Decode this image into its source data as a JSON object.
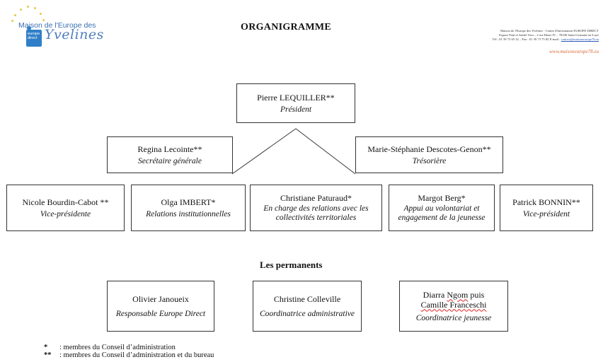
{
  "header": {
    "logo_line": "Maison de l'Europe des",
    "logo_badge_top": "europe",
    "logo_badge_bottom": "direct",
    "logo_word": "Yvelines",
    "title": "ORGANIGRAMME",
    "contact_line1": "Maison de l'Europe des Yvelines - Centre d'Information EUROPE DIRECT",
    "contact_line2": "Espace Paul et André Vera – 2 rue Henri IV – 78100 Saint-Germain-en-Laye",
    "contact_line3": "Tél : 01 39 73 65 32 – Fax : 01 39 73 75 82    E-mail : ",
    "contact_email": "contact@maisoneurope78.eu",
    "website": "www.maisoneurope78.eu"
  },
  "board": {
    "president": {
      "name": "Pierre LEQUILLER**",
      "role": "Président"
    },
    "secretary": {
      "name": "Regina Lecointe**",
      "role": "Secrétaire générale"
    },
    "treasurer": {
      "name": "Marie-Stéphanie Descotes-Genon**",
      "role": "Trésorière"
    },
    "members": [
      {
        "name": "Nicole Bourdin-Cabot **",
        "role": "Vice-présidente"
      },
      {
        "name": "Olga IMBERT*",
        "role": "Relations institutionnelles"
      },
      {
        "name": "Christiane Paturaud*",
        "role": "En charge des relations avec les collectivités territoriales"
      },
      {
        "name": "Margot Berg*",
        "role": "Appui au volontariat et engagement de la jeunesse"
      },
      {
        "name": "Patrick BONNIN**",
        "role": "Vice-président"
      }
    ]
  },
  "permanents": {
    "title": "Les permanents",
    "staff": [
      {
        "name": "Olivier Janoueix",
        "role": "Responsable Europe Direct"
      },
      {
        "name": "Christine Colleville",
        "role": "Coordinatrice administrative"
      },
      {
        "name_part1": "Diarra ",
        "name_part2": "Ngom",
        "name_part3": " puis",
        "name_part4": "Camille Franceschi",
        "role": "Coordinatrice jeunesse"
      }
    ]
  },
  "legend": [
    {
      "symbol": "*",
      "text": ": membres  du Conseil  d’administration"
    },
    {
      "symbol": "**",
      "text": ": membres  du Conseil  d’administration et du bureau"
    }
  ]
}
